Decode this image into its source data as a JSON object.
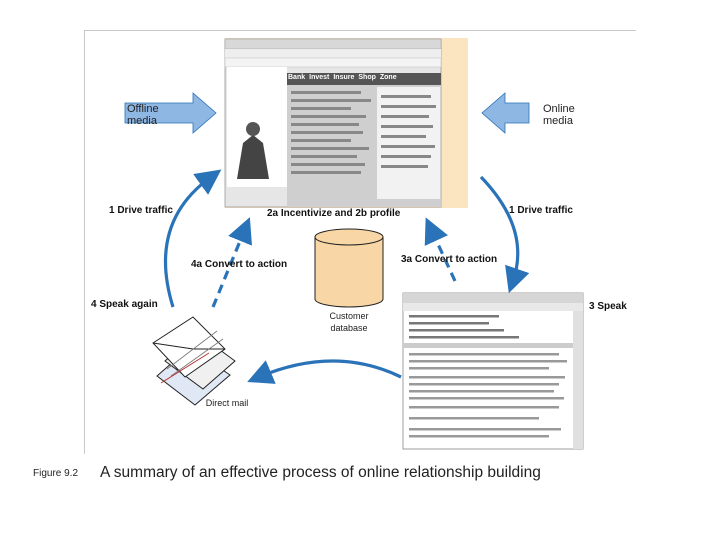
{
  "labels": {
    "offline_media": "Offline media",
    "online_media": "Online media",
    "drive_left": "1 Drive traffic",
    "drive_right": "1 Drive traffic",
    "incentivize": "2a Incentivize and 2b profile",
    "convert_left": "4a Convert to action",
    "convert_right": "3a Convert to action",
    "speak_again": "4 Speak again",
    "speak": "3 Speak",
    "database": "Customer database",
    "direct_mail": "Direct mail"
  },
  "caption": {
    "number": "Figure 9.2",
    "text": "A summary of an effective process of online relationship building"
  },
  "website_tabs": [
    "Bank",
    "Invest",
    "Insure",
    "Shop",
    "Zone"
  ],
  "colors": {
    "arrow": "#2a73b8",
    "side_arrow": "#8fb7e3",
    "db_fill": "#f8d6a6",
    "web_bg": "#fbe4c0",
    "screen_gray": "#c8c8c8"
  }
}
